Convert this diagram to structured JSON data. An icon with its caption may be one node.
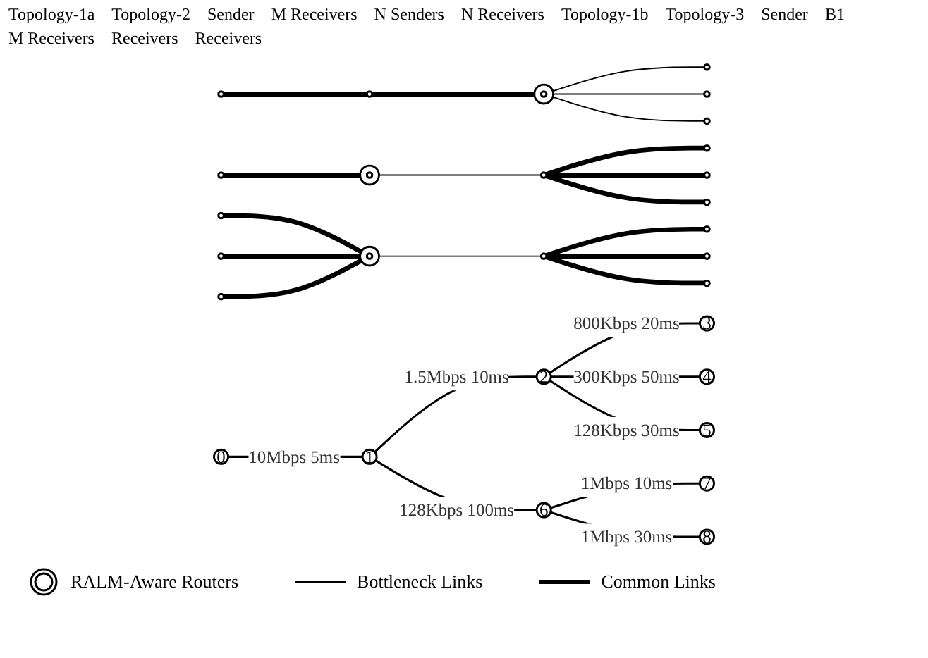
{
  "diagram": {
    "nodes": [
      {
        "text": [],
        "shape": "circle"
      },
      {
        "text": [],
        "shape": "circle"
      },
      {
        "text": [],
        "shape": "circle"
      },
      {
        "text": [],
        "shape": "circle"
      },
      {
        "text": [],
        "shape": "circle"
      },
      {
        "text": [],
        "shape": "circle"
      },
      {
        "text": [],
        "shape": "circle"
      },
      {
        "text": [],
        "shape": "circle"
      },
      {
        "text": [],
        "shape": "circle"
      },
      {
        "text": [],
        "shape": "circle"
      },
      {
        "text": [],
        "shape": "circle"
      },
      {
        "text": [],
        "shape": "circle"
      },
      {
        "text": [],
        "shape": "circle"
      },
      {
        "text": [],
        "shape": "circle"
      },
      {
        "text": [],
        "shape": "circle"
      },
      {
        "text": [],
        "shape": "circle"
      },
      {
        "text": [],
        "shape": "circle"
      },
      {
        "text": [],
        "shape": "circle"
      },
      {
        "text": [],
        "shape": "circle"
      },
      {
        "text": [],
        "shape": "circle"
      },
      {
        "text": [
          "0"
        ]
      },
      {
        "text": [
          "1"
        ]
      },
      {
        "text": [
          "2"
        ]
      },
      {
        "text": [
          "3"
        ]
      },
      {
        "text": [
          "4"
        ]
      },
      {
        "text": [
          "5"
        ]
      },
      {
        "text": [
          "6"
        ]
      },
      {
        "text": [
          "7"
        ]
      },
      {
        "text": [
          "8"
        ]
      }
    ],
    "edges": [
      {
        "from": 0,
        "to": 1,
        "arrow": "none",
        "style": "thick"
      },
      {
        "from": 1,
        "to": 2,
        "arrow": "none",
        "style": "thick"
      },
      {
        "from": 2,
        "to": 3,
        "arrow": "none"
      },
      {
        "from": 2,
        "to": 4,
        "arrow": "none"
      },
      {
        "from": 2,
        "to": 5,
        "arrow": "none"
      },
      {
        "from": 6,
        "to": 7,
        "arrow": "none",
        "style": "thick"
      },
      {
        "from": 7,
        "to": 8,
        "arrow": "none"
      },
      {
        "from": 8,
        "to": 9,
        "arrow": "none",
        "style": "thick"
      },
      {
        "from": 8,
        "to": 10,
        "arrow": "none",
        "style": "thick"
      },
      {
        "from": 8,
        "to": 11,
        "arrow": "none",
        "style": "thick"
      },
      {
        "from": 12,
        "to": 15,
        "arrow": "none",
        "style": "thick"
      },
      {
        "from": 13,
        "to": 15,
        "arrow": "none",
        "style": "thick"
      },
      {
        "from": 14,
        "to": 15,
        "arrow": "none",
        "style": "thick"
      },
      {
        "from": 15,
        "to": 16,
        "arrow": "none"
      },
      {
        "from": 16,
        "to": 17,
        "arrow": "none",
        "style": "thick"
      },
      {
        "from": 16,
        "to": 18,
        "arrow": "none",
        "style": "thick"
      },
      {
        "from": 16,
        "to": 19,
        "arrow": "none",
        "style": "thick"
      },
      {
        "from": 20,
        "to": 21,
        "arrow": "none",
        "label": "10Mbps 5ms"
      },
      {
        "from": 21,
        "to": 22,
        "arrow": "none",
        "label": "1.5Mbps 10ms"
      },
      {
        "from": 22,
        "to": 23,
        "arrow": "none",
        "label": "800Kbps 20ms"
      },
      {
        "from": 22,
        "to": 24,
        "arrow": "none",
        "label": "300Kbps 50ms"
      },
      {
        "from": 22,
        "to": 25,
        "arrow": "none",
        "label": "128Kbps 30ms"
      },
      {
        "from": 21,
        "to": 26,
        "arrow": "none",
        "label": "128Kbps 100ms"
      },
      {
        "from": 26,
        "to": 27,
        "arrow": "none",
        "label": "1Mbps 10ms"
      },
      {
        "from": 26,
        "to": 28,
        "arrow": "none",
        "label": "1Mbps 30ms"
      }
    ],
    "labels": [
      "Topology-1a",
      "Topology-2",
      "Sender",
      "M Receivers",
      "N Senders",
      "N Receivers",
      "Topology-1b",
      "Topology-3",
      "Sender",
      "B1",
      "M Receivers",
      "Receivers",
      "Receivers"
    ],
    "legend": [
      {
        "text": "RALM-Aware Routers"
      },
      {
        "text": "Bottleneck Links"
      },
      {
        "text": "Common Links"
      }
    ]
  }
}
